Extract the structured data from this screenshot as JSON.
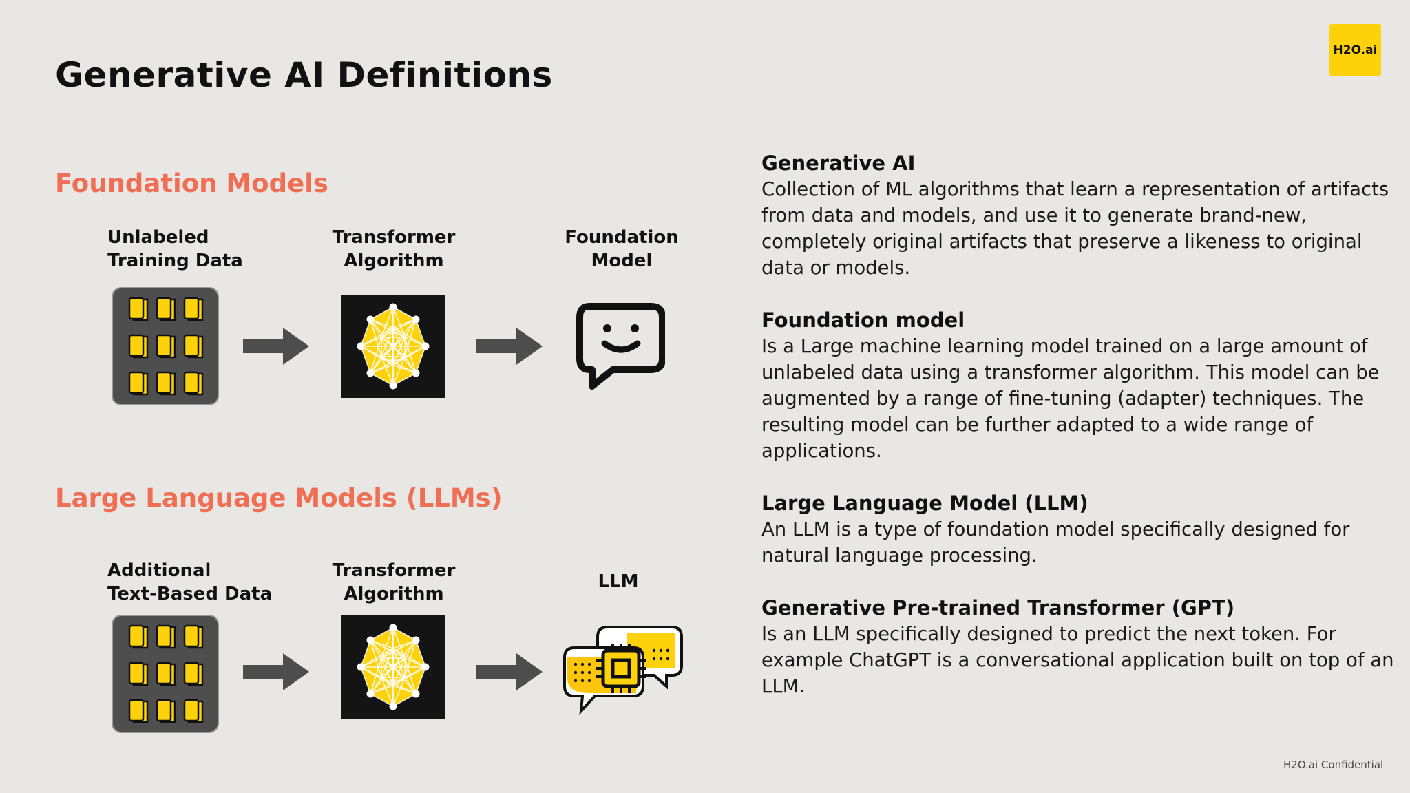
{
  "title": "Generative AI Definitions",
  "logo": {
    "text": "H2O.ai"
  },
  "colors": {
    "accent": "#f06e54",
    "brand_yellow": "#fdd20b",
    "background": "#e8e7e4"
  },
  "foundation": {
    "heading": "Foundation Models",
    "step1": {
      "line1": "Unlabeled",
      "line2": "Training Data",
      "icon": "data-grid-icon"
    },
    "step2": {
      "line1": "Transformer",
      "line2": "Algorithm",
      "icon": "neural-network-icon"
    },
    "step3": {
      "line1": "Foundation",
      "line2": "Model",
      "icon": "chat-bubble-smile-icon"
    }
  },
  "llm": {
    "heading": "Large Language Models (LLMs)",
    "step1": {
      "line1": "Additional",
      "line2": "Text-Based Data",
      "icon": "data-grid-icon"
    },
    "step2": {
      "line1": "Transformer",
      "line2": "Algorithm",
      "icon": "neural-network-icon"
    },
    "step3": {
      "line1": "LLM",
      "icon": "chat-chip-icon"
    }
  },
  "definitions": [
    {
      "term": "Generative AI",
      "text": "Collection of ML algorithms that learn a representation of artifacts from data and models, and use it to generate brand-new, completely original artifacts that preserve a likeness to original data or models."
    },
    {
      "term": "Foundation model",
      "text": "Is a Large machine learning model trained on a large amount of unlabeled data using a transformer algorithm.  This model can be augmented by a range of fine-tuning (adapter) techniques. The resulting model can be further adapted to a wide range of applications."
    },
    {
      "term": "Large Language Model (LLM)",
      "text": "An LLM is a type of foundation model specifically designed for natural language processing."
    },
    {
      "term": "Generative Pre-trained Transformer (GPT)",
      "text": "Is an LLM specifically designed to predict the next token.  For example ChatGPT is a conversational application built on top of an LLM."
    }
  ],
  "footer": "H2O.ai Confidential"
}
